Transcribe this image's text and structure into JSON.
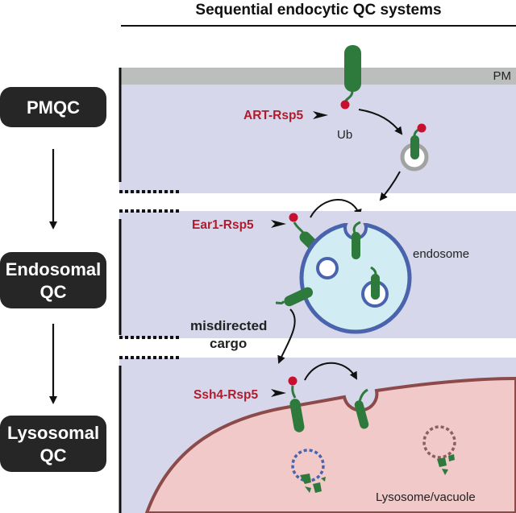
{
  "title": "Sequential endocytic QC systems",
  "stages": [
    {
      "id": "pmqc",
      "lines": [
        "PMQC"
      ]
    },
    {
      "id": "endosomal",
      "lines": [
        "Endosomal",
        "QC"
      ]
    },
    {
      "id": "lysosomal",
      "lines": [
        "Lysosomal",
        "QC"
      ]
    }
  ],
  "labels": {
    "pm": "PM",
    "art_rsp5": "ART-Rsp5",
    "ub": "Ub",
    "ear1_rsp5": "Ear1-Rsp5",
    "endosome": "endosome",
    "misdirected_line1": "misdirected",
    "misdirected_line2": "cargo",
    "ssh4_rsp5": "Ssh4-Rsp5",
    "lysosome": "Lysosome/vacuole"
  },
  "colors": {
    "panel": "#d6d7ea",
    "membrane": "#bcbdbd",
    "cargo": "#2e7a3c",
    "ubiquitin": "#c8102e",
    "label_red": "#b01c2e",
    "endosome_fill": "#d2ecf3",
    "endosome_border": "#4a63ad",
    "lysosome_fill": "#f1c9c9",
    "lysosome_border": "#8c4a4a",
    "pill": "#262626"
  }
}
